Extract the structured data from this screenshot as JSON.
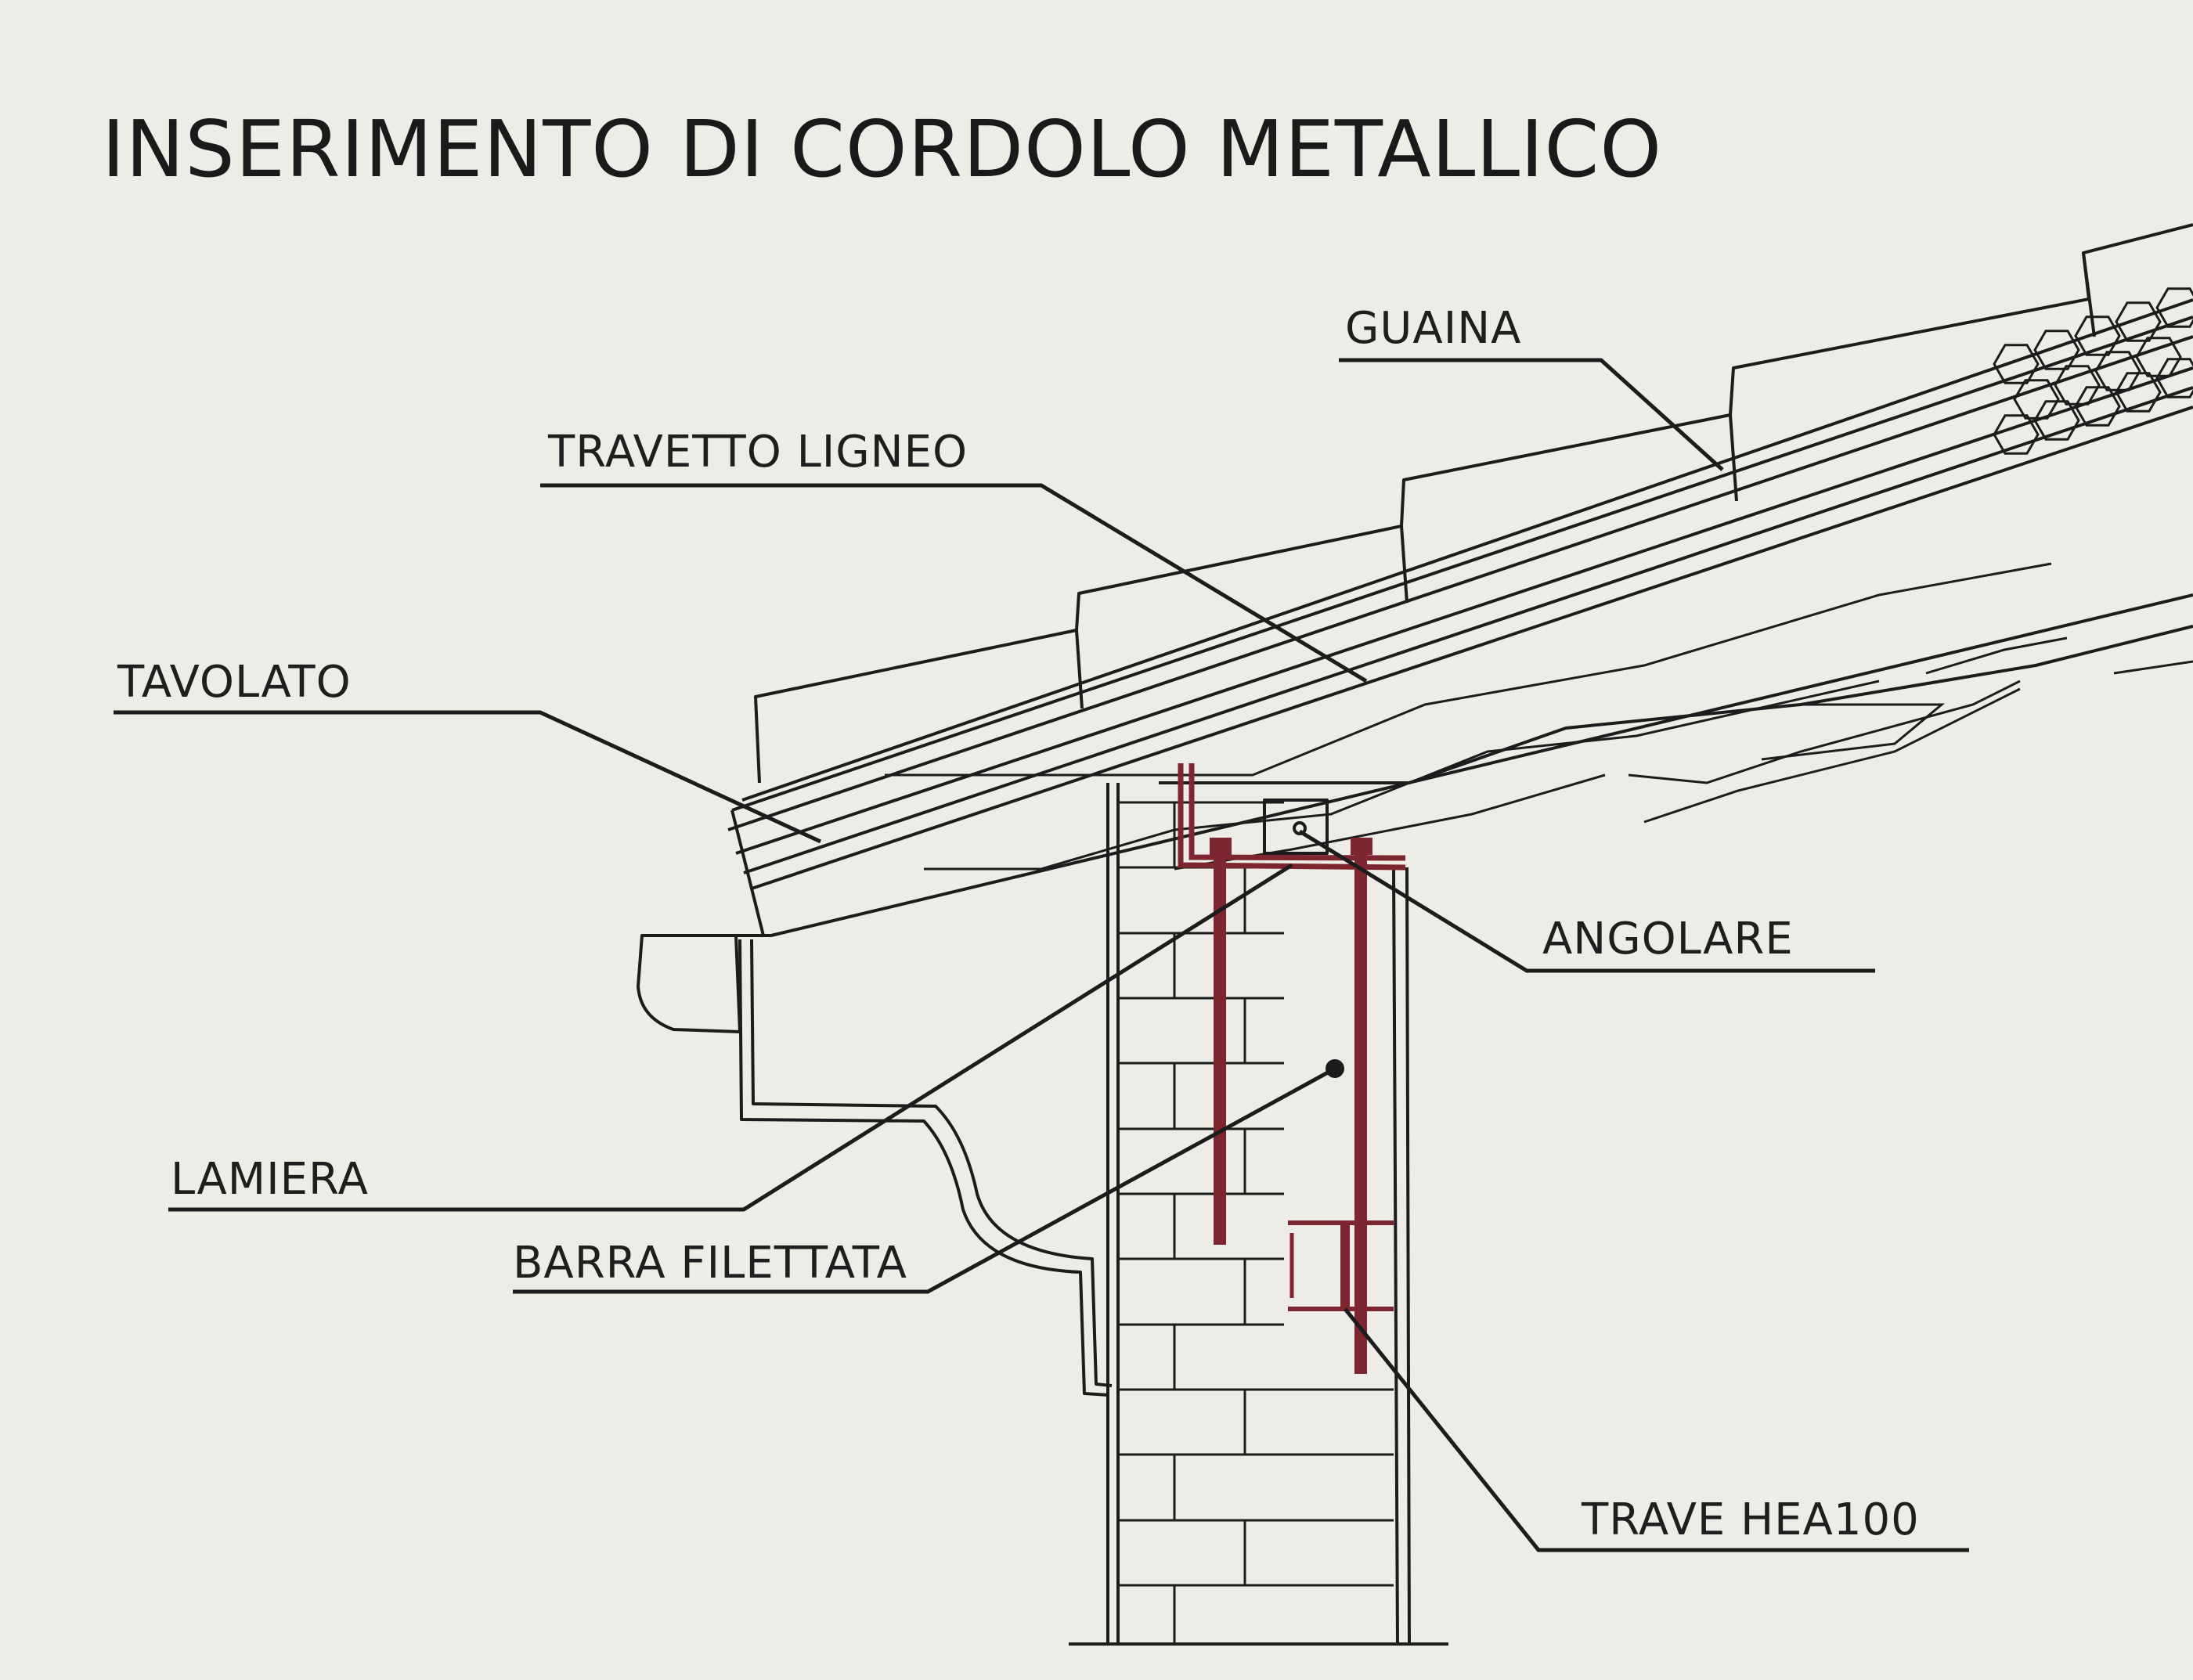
{
  "title": "INSERIMENTO DI CORDOLO METALLICO",
  "labels": {
    "guaina": "GUAINA",
    "travetto": "TRAVETTO LIGNEO",
    "tavolato": "TAVOLATO",
    "angolare": "ANGOLARE",
    "lamiera": "LAMIERA",
    "barra": "BARRA FILETTATA",
    "trave": "TRAVE HEA100"
  },
  "colors": {
    "background": "#edece6",
    "line": "#1c1c1c",
    "steel": "#7e2630"
  }
}
